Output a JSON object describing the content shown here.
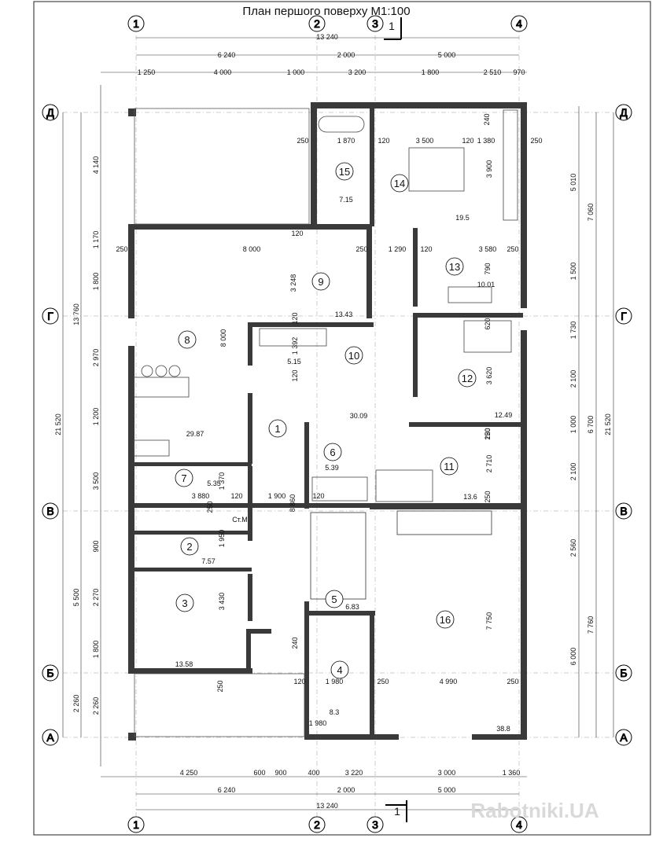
{
  "title": "План першого поверху М1:100",
  "section_mark": "1",
  "axes_top": [
    "1",
    "2",
    "3",
    "4"
  ],
  "axes_left": [
    "Д",
    "Г",
    "В",
    "Б",
    "А"
  ],
  "dims_top_total": "13 240",
  "dims_top_row2": [
    "6 240",
    "2 000",
    "5 000"
  ],
  "dims_top_row3": [
    "1 250",
    "4 000",
    "1 000",
    "3 200",
    "1 800",
    "2 510",
    "970"
  ],
  "dims_bottom_row1": [
    "4 250",
    "600",
    "900",
    "400",
    "3 220",
    "3 000",
    "1 360"
  ],
  "dims_bottom_row2": [
    "6 240",
    "2 000",
    "5 000"
  ],
  "dims_bottom_total": "13 240",
  "dims_left_total": "21 520",
  "dims_left_mid": [
    "13 760",
    "5 500",
    "2 260"
  ],
  "dims_left_inner": [
    "4 140",
    "1 170",
    "1 800",
    "2 970",
    "1 200",
    "3 500",
    "900",
    "2 270",
    "1 800",
    "2 260"
  ],
  "dims_right_total": "21 520",
  "dims_right_mid": [
    "7 060",
    "6 700",
    "7 760"
  ],
  "dims_right_inner": [
    "5 010",
    "1 500",
    "1 730",
    "2 100",
    "1 000",
    "2 100",
    "2 560",
    "6 000"
  ],
  "inner_dims": [
    "250",
    "1 870",
    "120",
    "3 500",
    "120",
    "1 380",
    "250",
    "240",
    "3 900",
    "250",
    "8 000",
    "120",
    "250",
    "1 290",
    "120",
    "3 580",
    "250",
    "790",
    "3 248",
    "120",
    "1 392",
    "8 000",
    "120",
    "620",
    "3 620",
    "250",
    "120",
    "2 710",
    "250",
    "3 880",
    "120",
    "1 900",
    "8 860",
    "120",
    "1 370",
    "1 950",
    "3 430",
    "240",
    "120",
    "1 980",
    "250",
    "4 990",
    "250",
    "1 980",
    "7 750",
    "250",
    "250",
    "Ст.М"
  ],
  "rooms": [
    {
      "num": "1",
      "area": "30.09"
    },
    {
      "num": "2",
      "area": "7.57"
    },
    {
      "num": "3",
      "area": "13.58"
    },
    {
      "num": "4",
      "area": "8.3"
    },
    {
      "num": "5",
      "area": "6.83"
    },
    {
      "num": "6",
      "area": "5.39"
    },
    {
      "num": "7",
      "area": "5.35"
    },
    {
      "num": "8",
      "area": "29.87"
    },
    {
      "num": "9",
      "area": "13.43"
    },
    {
      "num": "10",
      "area": "5.15"
    },
    {
      "num": "11",
      "area": "13.6"
    },
    {
      "num": "12",
      "area": "12.49"
    },
    {
      "num": "13",
      "area": "10.01"
    },
    {
      "num": "14",
      "area": "19.5"
    },
    {
      "num": "15",
      "area": "7.15"
    },
    {
      "num": "16",
      "area": "38.8"
    }
  ],
  "watermark": "Rabotniki.UA"
}
